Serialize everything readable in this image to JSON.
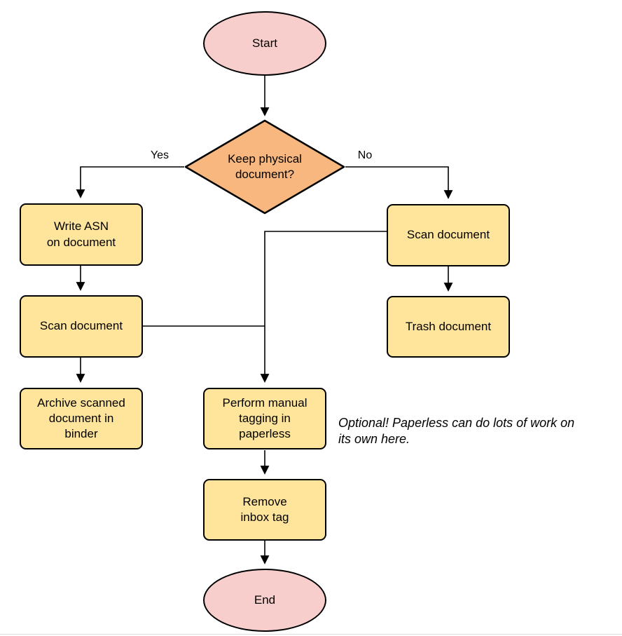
{
  "nodes": {
    "start": {
      "label": "Start",
      "type": "terminal"
    },
    "decision_keep_physical": {
      "label": "Keep physical\ndocument?",
      "type": "decision"
    },
    "write_asn": {
      "label": "Write ASN\non document",
      "type": "process"
    },
    "scan_document_left": {
      "label": "Scan document",
      "type": "process"
    },
    "archive_scanned": {
      "label": "Archive scanned\ndocument in\nbinder",
      "type": "process"
    },
    "scan_document_right": {
      "label": "Scan document",
      "type": "process"
    },
    "trash_document": {
      "label": "Trash document",
      "type": "process"
    },
    "manual_tagging": {
      "label": "Perform manual\ntagging in\npaperless",
      "type": "process"
    },
    "remove_inbox_tag": {
      "label": "Remove\ninbox tag",
      "type": "process"
    },
    "end": {
      "label": "End",
      "type": "terminal"
    }
  },
  "edge_labels": {
    "yes": "Yes",
    "no": "No"
  },
  "annotation": {
    "text": "Optional! Paperless can do lots of work on\nits own here."
  },
  "colors": {
    "terminal_fill": "#F8CECC",
    "decision_fill": "#F8B77E",
    "process_fill": "#FFE59B",
    "stroke": "#000000",
    "background": "#FFFFFF"
  }
}
